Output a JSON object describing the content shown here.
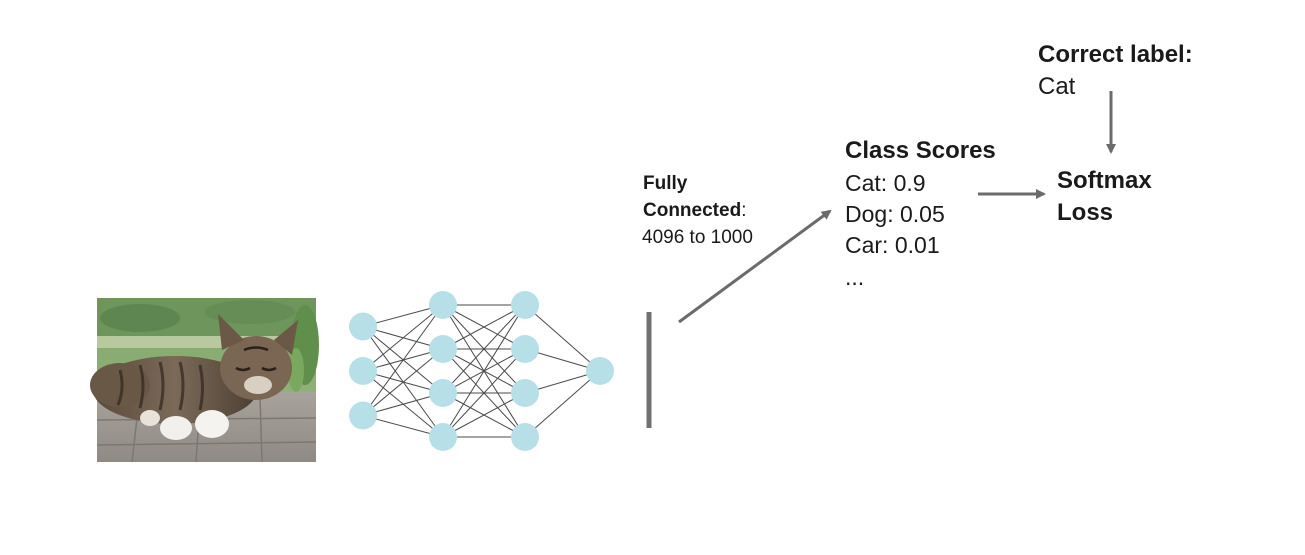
{
  "colors": {
    "neuron": "#b7dfe7",
    "edge": "#4a4a4a",
    "arrow": "#6b6b6b",
    "text": "#1a1a1a"
  },
  "image": {
    "icon": "cat-photo"
  },
  "fully_connected": {
    "line1": "Fully",
    "line2_bold": "Connected",
    "line2_rest": ":",
    "line3": "4096 to 1000"
  },
  "class_scores": {
    "title": "Class Scores",
    "items": [
      "Cat: 0.9",
      "Dog: 0.05",
      "Car: 0.01",
      "..."
    ]
  },
  "correct_label": {
    "title": "Correct label:",
    "value": "Cat"
  },
  "loss": {
    "line1": "Softmax",
    "line2": "Loss"
  },
  "network": {
    "layers": [
      3,
      4,
      4,
      1
    ]
  }
}
